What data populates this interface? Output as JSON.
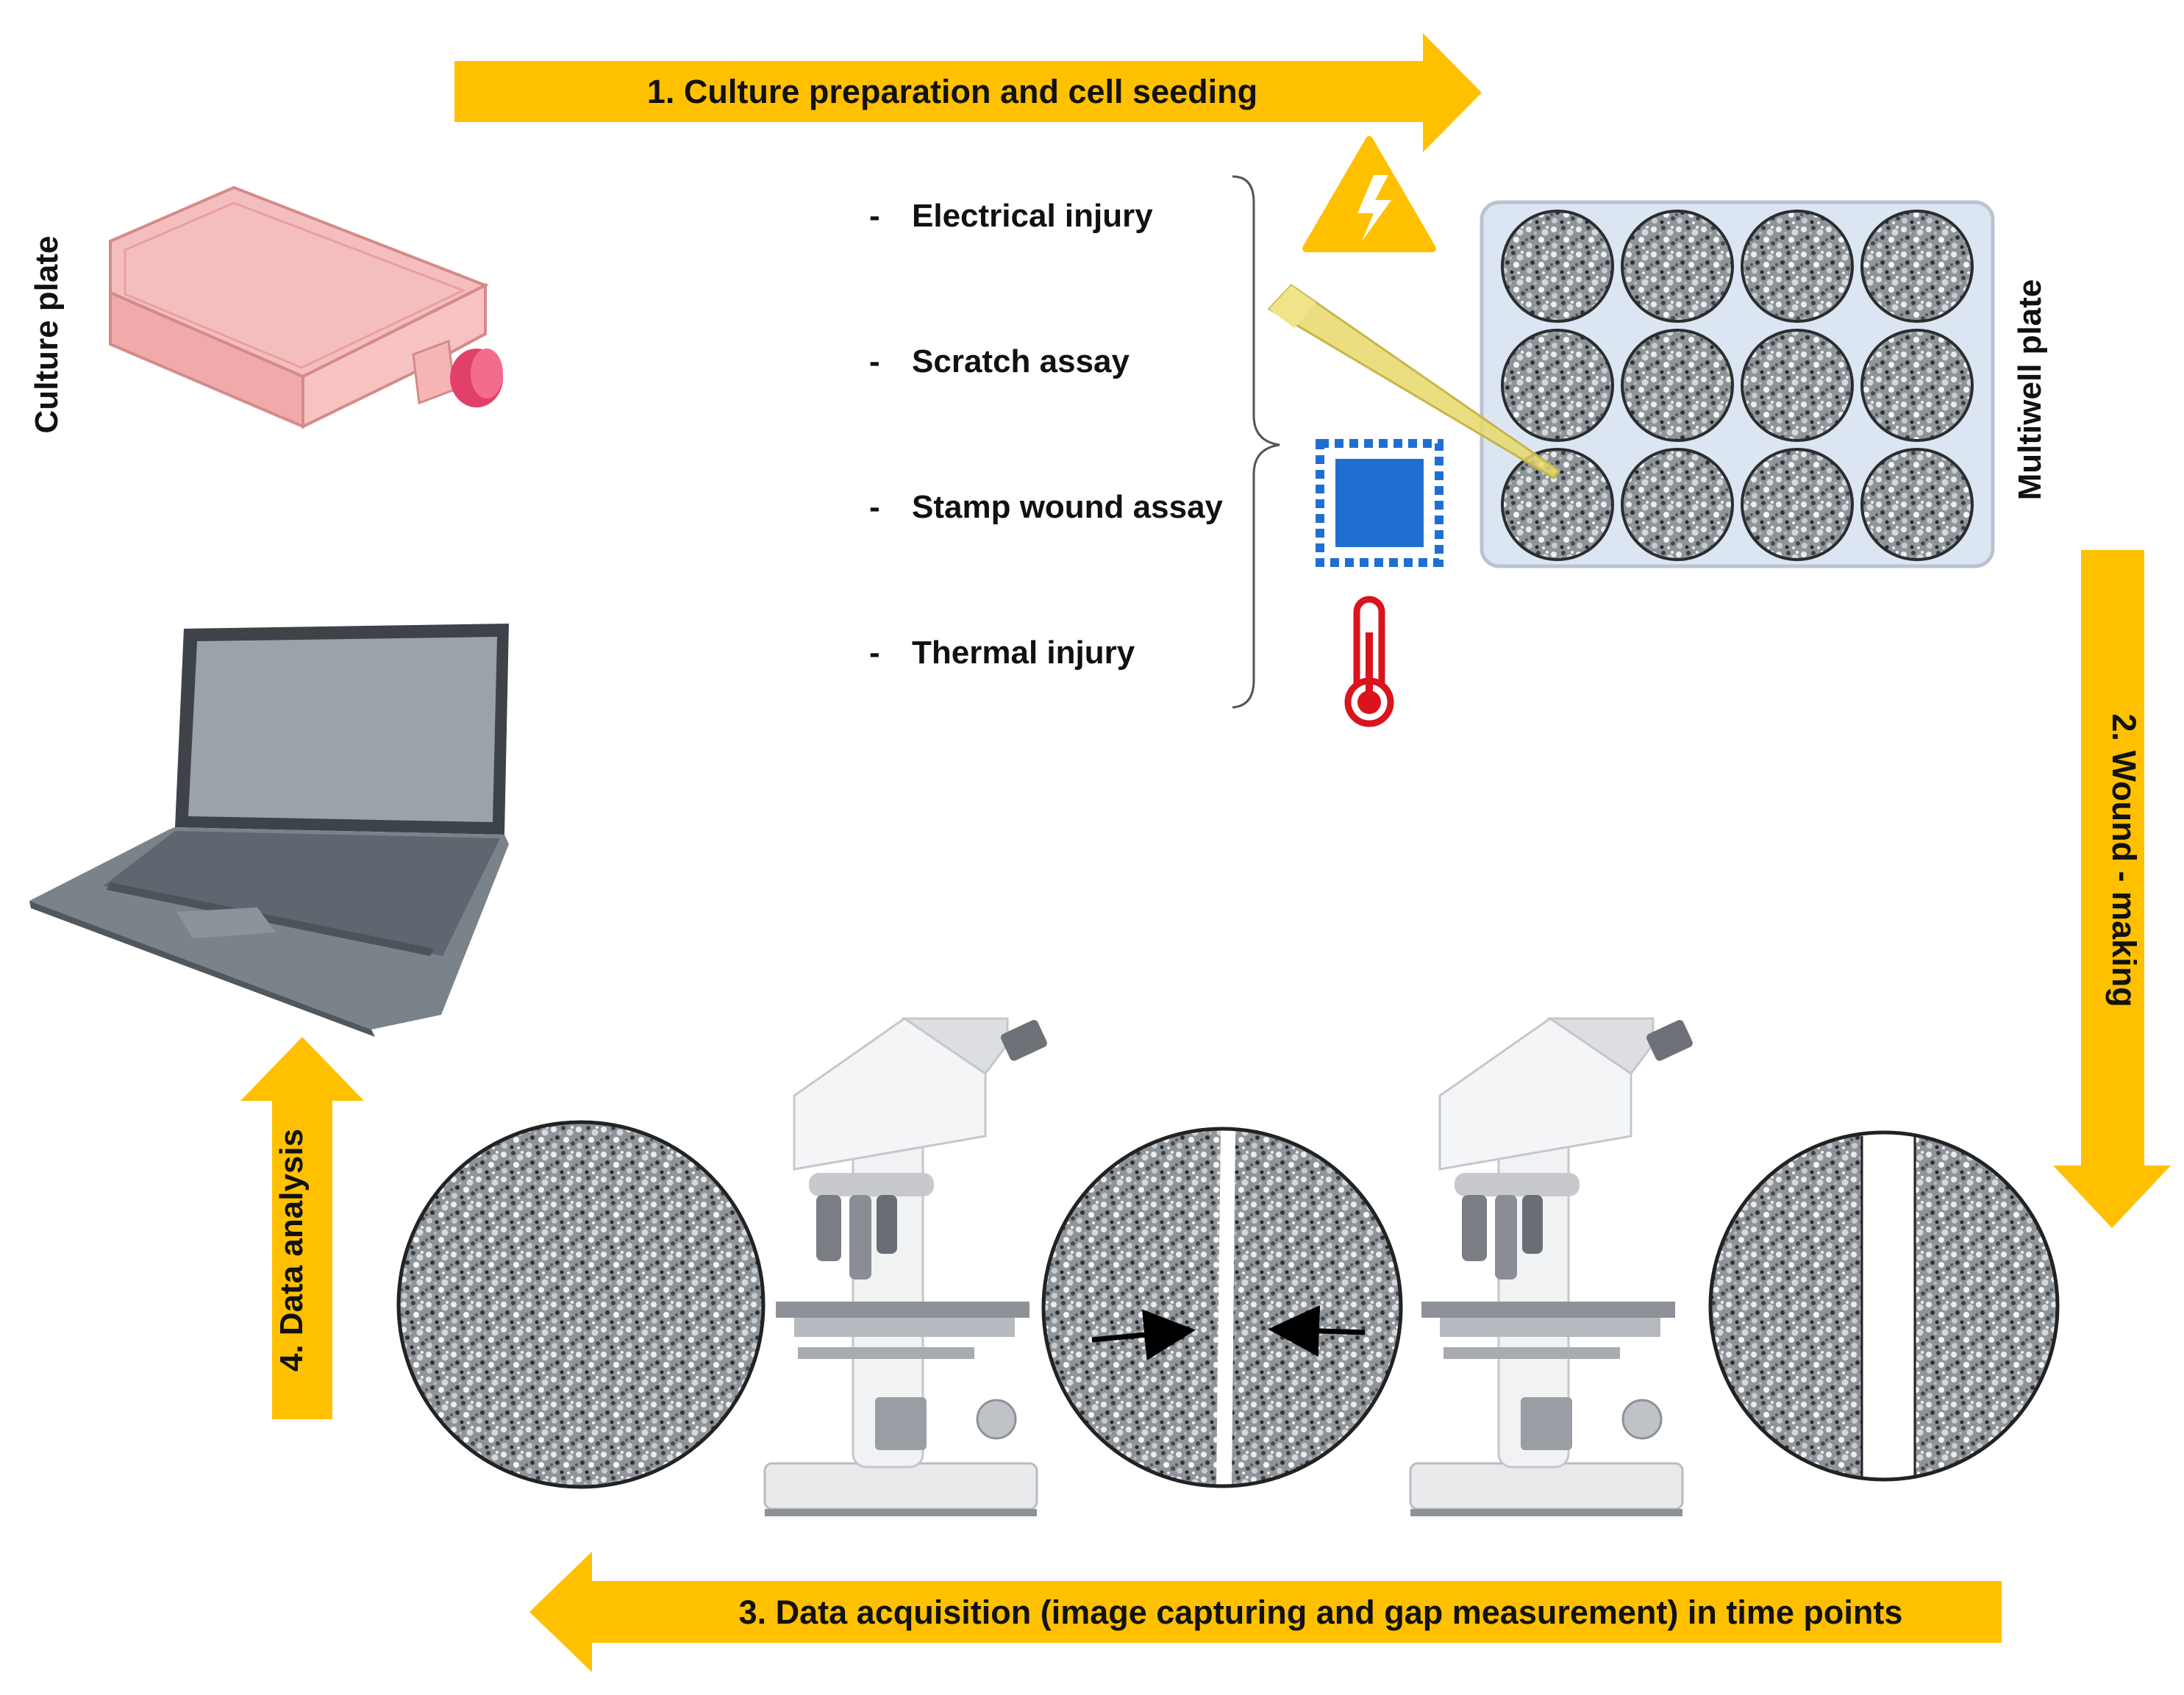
{
  "colors": {
    "arrow": "#FFC000",
    "warning": "#FFC000",
    "stamp": "#1F6FD1",
    "thermo": "#D9141C",
    "plate": "#DCE6F2",
    "flask": "#F2A8A8",
    "flask_cap": "#E0406A",
    "laptop": "#5E6670",
    "screen": "#9AA2AA",
    "pipette": "#E7D86B"
  },
  "icons": {
    "warning": "high-voltage-warning-icon",
    "pipette": "pipette-tip-icon",
    "stamp": "stamp-icon",
    "thermometer": "thermometer-icon",
    "flask": "culture-flask-icon",
    "laptop": "laptop-icon",
    "microscope": "microscope-icon"
  },
  "steps": {
    "step1": "1. Culture preparation and cell seeding",
    "step2": "2. Wound - making",
    "step3": "3. Data acquisition (image capturing and gap measurement) in time points",
    "step4": "4. Data analysis"
  },
  "labels": {
    "culture_plate": "Culture plate",
    "multiwell_plate": "Multiwell plate"
  },
  "methods": [
    {
      "bullet": "-",
      "label": "Electrical injury"
    },
    {
      "bullet": "-",
      "label": "Scratch assay"
    },
    {
      "bullet": "-",
      "label": "Stamp wound assay"
    },
    {
      "bullet": "-",
      "label": "Thermal injury"
    }
  ],
  "plate": {
    "rows": 3,
    "cols": 4
  }
}
